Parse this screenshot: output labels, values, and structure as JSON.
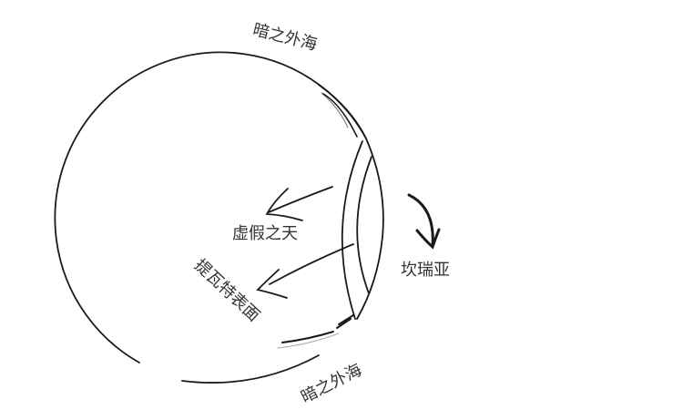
{
  "diagram": {
    "title": "",
    "stroke_color": "#1a1a1a",
    "label_color": "#333333",
    "labels": {
      "outer_sea_top": "暗之外海",
      "false_sky": "虚假之天",
      "tivat_surface": "提瓦特表面",
      "khaenriah": "坎瑞亚",
      "outer_sea_bottom": "暗之外海"
    },
    "elements": [
      {
        "name": "world-sphere",
        "shape": "circle-outline",
        "note": "large circle with gap at bottom-left"
      },
      {
        "name": "inner-shell",
        "shape": "lens-arcs",
        "note": "two nested arcs on right edge"
      },
      {
        "name": "arrow-false-sky",
        "points_to": "虚假之天"
      },
      {
        "name": "arrow-tivat-surface",
        "points_to": "提瓦特表面"
      },
      {
        "name": "arrow-khaenriah",
        "points_to": "坎瑞亚"
      }
    ]
  }
}
